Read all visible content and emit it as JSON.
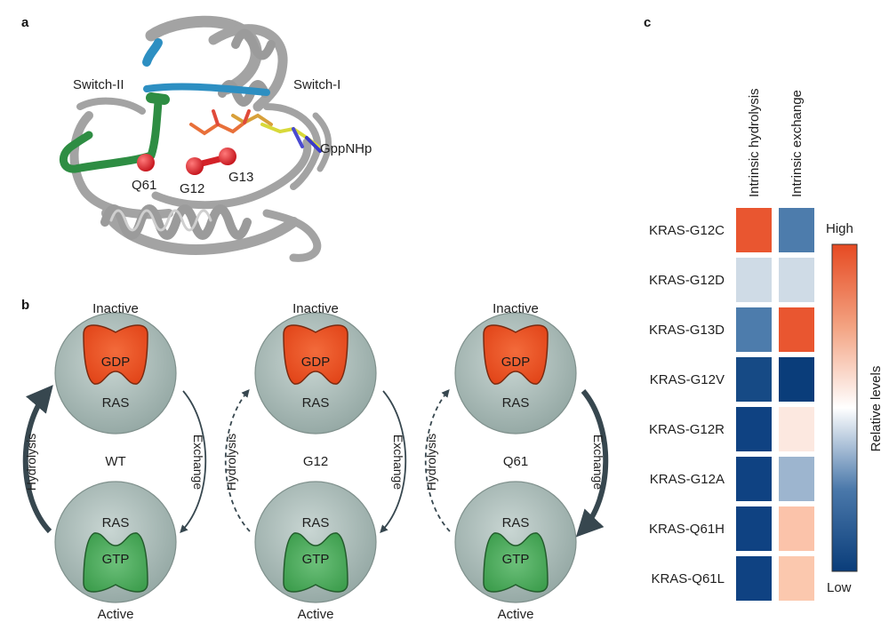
{
  "panels": {
    "a": "a",
    "b": "b",
    "c": "c"
  },
  "panel_a": {
    "switch2": "Switch-II",
    "switch1": "Switch-I",
    "gppnhp": "GppNHp",
    "q61": "Q61",
    "g12": "G12",
    "g13": "G13"
  },
  "panel_b": {
    "cycles": [
      {
        "center": "WT",
        "inactive": "Inactive",
        "active": "Active",
        "gdp": "GDP",
        "gtp": "GTP",
        "ras_top": "RAS",
        "ras_bottom": "RAS",
        "hydrolysis": "Hydrolysis",
        "exchange": "Exchange",
        "hydrolysis_style": "bold",
        "exchange_style": "thin"
      },
      {
        "center": "G12",
        "inactive": "Inactive",
        "active": "Active",
        "gdp": "GDP",
        "gtp": "GTP",
        "ras_top": "RAS",
        "ras_bottom": "RAS",
        "hydrolysis": "Hydrolysis",
        "exchange": "Exchange",
        "hydrolysis_style": "dashed",
        "exchange_style": "thin"
      },
      {
        "center": "Q61",
        "inactive": "Inactive",
        "active": "Active",
        "gdp": "GDP",
        "gtp": "GTP",
        "ras_top": "RAS",
        "ras_bottom": "RAS",
        "hydrolysis": "Hydrolysis",
        "exchange": "Exchange",
        "hydrolysis_style": "dashed",
        "exchange_style": "bold"
      }
    ],
    "colors": {
      "gdp": "#ef5a2a",
      "gtp": "#4cae5b",
      "ras": "#a9bbb7",
      "arrow": "#37474f"
    }
  },
  "panel_c": {
    "columns": [
      "Intrinsic hydrolysis",
      "Intrinsic exchange"
    ],
    "rows": [
      {
        "label": "KRAS-G12C",
        "hydrolysis": "#e95630",
        "exchange": "#4d7cac"
      },
      {
        "label": "KRAS-G12D",
        "hydrolysis": "#cfdbe6",
        "exchange": "#cfdbe6"
      },
      {
        "label": "KRAS-G13D",
        "hydrolysis": "#4d7cac",
        "exchange": "#e95630"
      },
      {
        "label": "KRAS-G12V",
        "hydrolysis": "#164a85",
        "exchange": "#0a3d7a"
      },
      {
        "label": "KRAS-G12R",
        "hydrolysis": "#0f4282",
        "exchange": "#fce8e0"
      },
      {
        "label": "KRAS-G12A",
        "hydrolysis": "#0f4282",
        "exchange": "#9db5cf"
      },
      {
        "label": "KRAS-Q61H",
        "hydrolysis": "#0f4282",
        "exchange": "#fbc3aa"
      },
      {
        "label": "KRAS-Q61L",
        "hydrolysis": "#0f4282",
        "exchange": "#fbc8ae"
      }
    ],
    "legend": {
      "high": "High",
      "low": "Low",
      "title": "Relative levels"
    },
    "scale_colors": [
      "#0a3d7a",
      "#4a78aa",
      "#ffffff",
      "#f3a281",
      "#e64a22"
    ]
  }
}
